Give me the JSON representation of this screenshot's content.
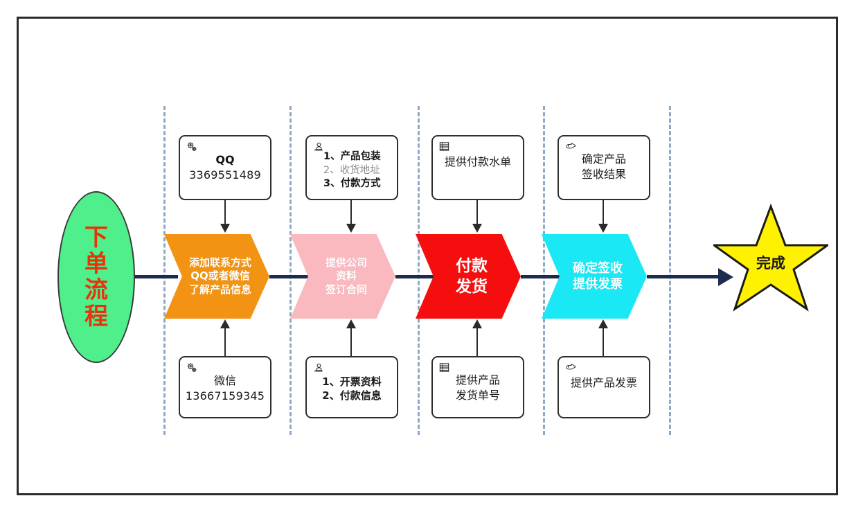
{
  "diagram": {
    "title": "下单流程",
    "start": {
      "label": "下单流程",
      "shape": "ellipse",
      "fill": "#4FF08C",
      "text_color": "#E8320C"
    },
    "end": {
      "label": "完成",
      "shape": "star",
      "fill": "#FFF200",
      "text_color": "#1A1A1A"
    },
    "spine_color": "#1B2C4E",
    "lane_divider_color": "#8EA9C6",
    "stages": [
      {
        "id": "stage-1",
        "fill": "#F39313",
        "lines": [
          "添加联系方式",
          "QQ或者微信",
          "了解产品信息"
        ],
        "text_size": "small",
        "top_note": {
          "icon": "gears-icon",
          "lines": [
            {
              "text": "QQ",
              "style": "bold"
            },
            {
              "text": "3369551489",
              "style": "number"
            }
          ]
        },
        "bottom_note": {
          "icon": "gears-icon",
          "lines": [
            {
              "text": "微信",
              "style": "normal"
            },
            {
              "text": "13667159345",
              "style": "number"
            }
          ]
        }
      },
      {
        "id": "stage-2",
        "fill": "#FAB9BE",
        "lines": [
          "提供公司",
          "资料",
          "签订合同"
        ],
        "text_size": "small",
        "top_note": {
          "icon": "person-bust-icon",
          "lines": [
            {
              "text": "1、产品包装",
              "style": "bold"
            },
            {
              "text": "2、收货地址",
              "style": "gray"
            },
            {
              "text": "3、付款方式",
              "style": "bold"
            }
          ]
        },
        "bottom_note": {
          "icon": "person-bust-icon",
          "lines": [
            {
              "text": "1、开票资料",
              "style": "bold"
            },
            {
              "text": "2、付款信息",
              "style": "bold"
            }
          ]
        }
      },
      {
        "id": "stage-3",
        "fill": "#F60E0E",
        "lines": [
          "付款",
          "发货"
        ],
        "text_size": "big",
        "top_note": {
          "icon": "list-table-icon",
          "lines": [
            {
              "text": "提供付款水单",
              "style": "normal"
            }
          ]
        },
        "bottom_note": {
          "icon": "list-table-icon",
          "lines": [
            {
              "text": "提供产品",
              "style": "normal"
            },
            {
              "text": "发货单号",
              "style": "normal"
            }
          ]
        }
      },
      {
        "id": "stage-4",
        "fill": "#1AE8F5",
        "lines": [
          "确定签收",
          "提供发票"
        ],
        "text_size": "small",
        "top_note": {
          "icon": "pointing-hand-icon",
          "lines": [
            {
              "text": "确定产品",
              "style": "normal"
            },
            {
              "text": "签收结果",
              "style": "normal"
            }
          ]
        },
        "bottom_note": {
          "icon": "pointing-hand-icon",
          "lines": [
            {
              "text": "提供产品发票",
              "style": "normal"
            }
          ]
        }
      }
    ]
  }
}
